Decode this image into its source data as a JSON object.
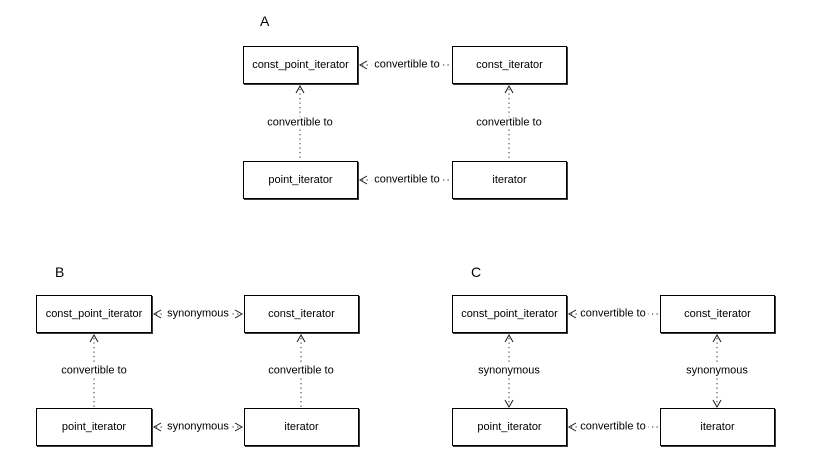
{
  "colors": {
    "background": "#ffffff",
    "box_border": "#000000",
    "dotted_line": "#2b2b2b",
    "text": "#000000"
  },
  "diagrams": [
    {
      "label": "A",
      "boxes": {
        "top_left": "const_point_iterator",
        "top_right": "const_iterator",
        "bottom_left": "point_iterator",
        "bottom_right": "iterator"
      },
      "edges": {
        "top": {
          "label": "convertible to",
          "direction": "left"
        },
        "bottom": {
          "label": "convertible to",
          "direction": "left"
        },
        "left": {
          "label": "convertible to",
          "direction": "up"
        },
        "right": {
          "label": "convertible to",
          "direction": "up"
        }
      }
    },
    {
      "label": "B",
      "boxes": {
        "top_left": "const_point_iterator",
        "top_right": "const_iterator",
        "bottom_left": "point_iterator",
        "bottom_right": "iterator"
      },
      "edges": {
        "top": {
          "label": "synonymous",
          "direction": "both"
        },
        "bottom": {
          "label": "synonymous",
          "direction": "both"
        },
        "left": {
          "label": "convertible to",
          "direction": "up"
        },
        "right": {
          "label": "convertible to",
          "direction": "up"
        }
      }
    },
    {
      "label": "C",
      "boxes": {
        "top_left": "const_point_iterator",
        "top_right": "const_iterator",
        "bottom_left": "point_iterator",
        "bottom_right": "iterator"
      },
      "edges": {
        "top": {
          "label": "convertible to",
          "direction": "left"
        },
        "bottom": {
          "label": "convertible to",
          "direction": "left"
        },
        "left": {
          "label": "synonymous",
          "direction": "both"
        },
        "right": {
          "label": "synonymous",
          "direction": "both"
        }
      }
    }
  ]
}
